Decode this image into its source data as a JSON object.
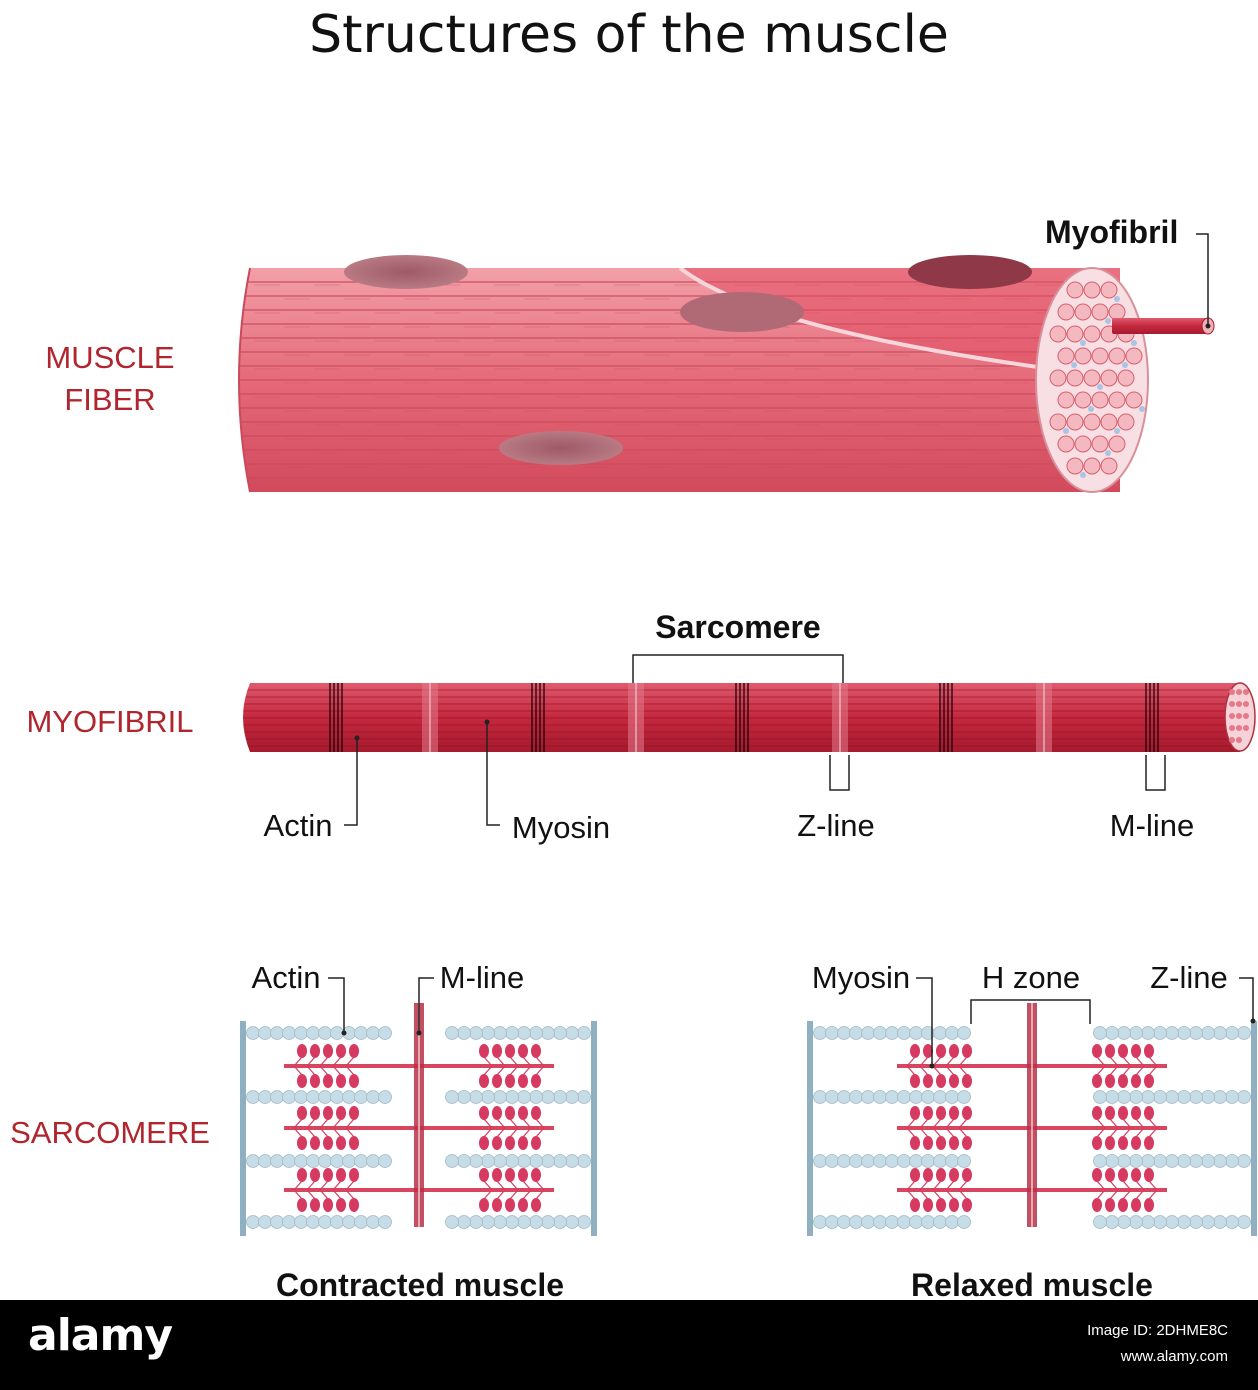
{
  "title": "Structures of the muscle",
  "sections": {
    "muscle_fiber": [
      "MUSCLE",
      "FIBER"
    ],
    "myofibril": "MYOFIBRIL",
    "sarcomere": "SARCOMERE"
  },
  "labels": {
    "myofibril": "Myofibril",
    "sarcomere": "Sarcomere",
    "actin": "Actin",
    "myosin": "Myosin",
    "z_line": "Z-line",
    "m_line": "M-line",
    "contracted_actin": "Actin",
    "contracted_m_line": "M-line",
    "relaxed_myosin": "Myosin",
    "relaxed_h_zone": "H zone",
    "relaxed_z_line": "Z-line"
  },
  "captions": {
    "contracted": "Contracted muscle",
    "relaxed": "Relaxed muscle"
  },
  "stock_bar": {
    "logo": "alamy",
    "image_id": "Image ID: 2DHME8C",
    "site": "www.alamy.com"
  },
  "colors": {
    "section_label": "#b0252e",
    "fiber": "#e8697a",
    "myofibril": "#c9304a",
    "actin_bead": "#c6dde8",
    "myosin_head": "#d63a60",
    "z_disc": "#8fb0c0"
  },
  "icons": [
    "alamy-logo"
  ]
}
